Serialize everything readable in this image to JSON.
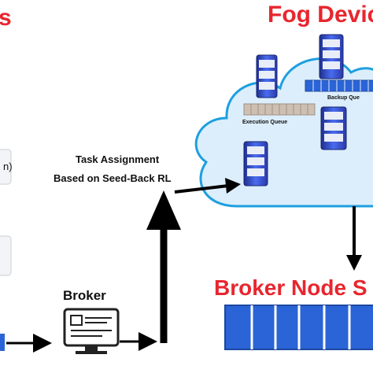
{
  "labels": {
    "left_title_fragment": "s",
    "fog_devices_title": "Fog Devic",
    "task_assignment_line1": "Task Assignment",
    "task_assignment_line2": "Based on Seed-Back RL",
    "execution_queue": "Execution Queue",
    "backup_queue": "Backup Que",
    "broker": "Broker",
    "broker_node_title": "Broker Node S",
    "left_device_fragment": "n)"
  },
  "colors": {
    "title_red": "#e8262e",
    "cloud_fill": "#dceefb",
    "cloud_stroke": "#1e9fe0",
    "queue_blue": "#2a64d6",
    "exec_queue_gray": "#cdbfb2",
    "server_blue": "#3d5fe0"
  },
  "icons": {
    "servers": "server-icon",
    "broker": "monitor-icon",
    "arrows": "arrow-icon"
  }
}
